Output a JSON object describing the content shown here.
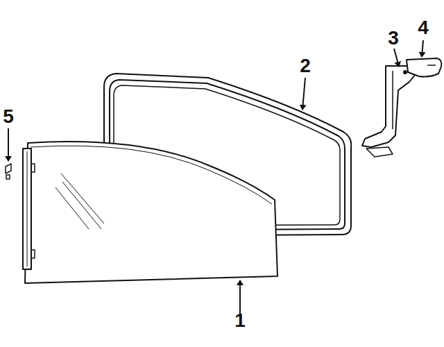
{
  "diagram": {
    "labels": [
      "5",
      "2",
      "3",
      "4",
      "1"
    ]
  }
}
